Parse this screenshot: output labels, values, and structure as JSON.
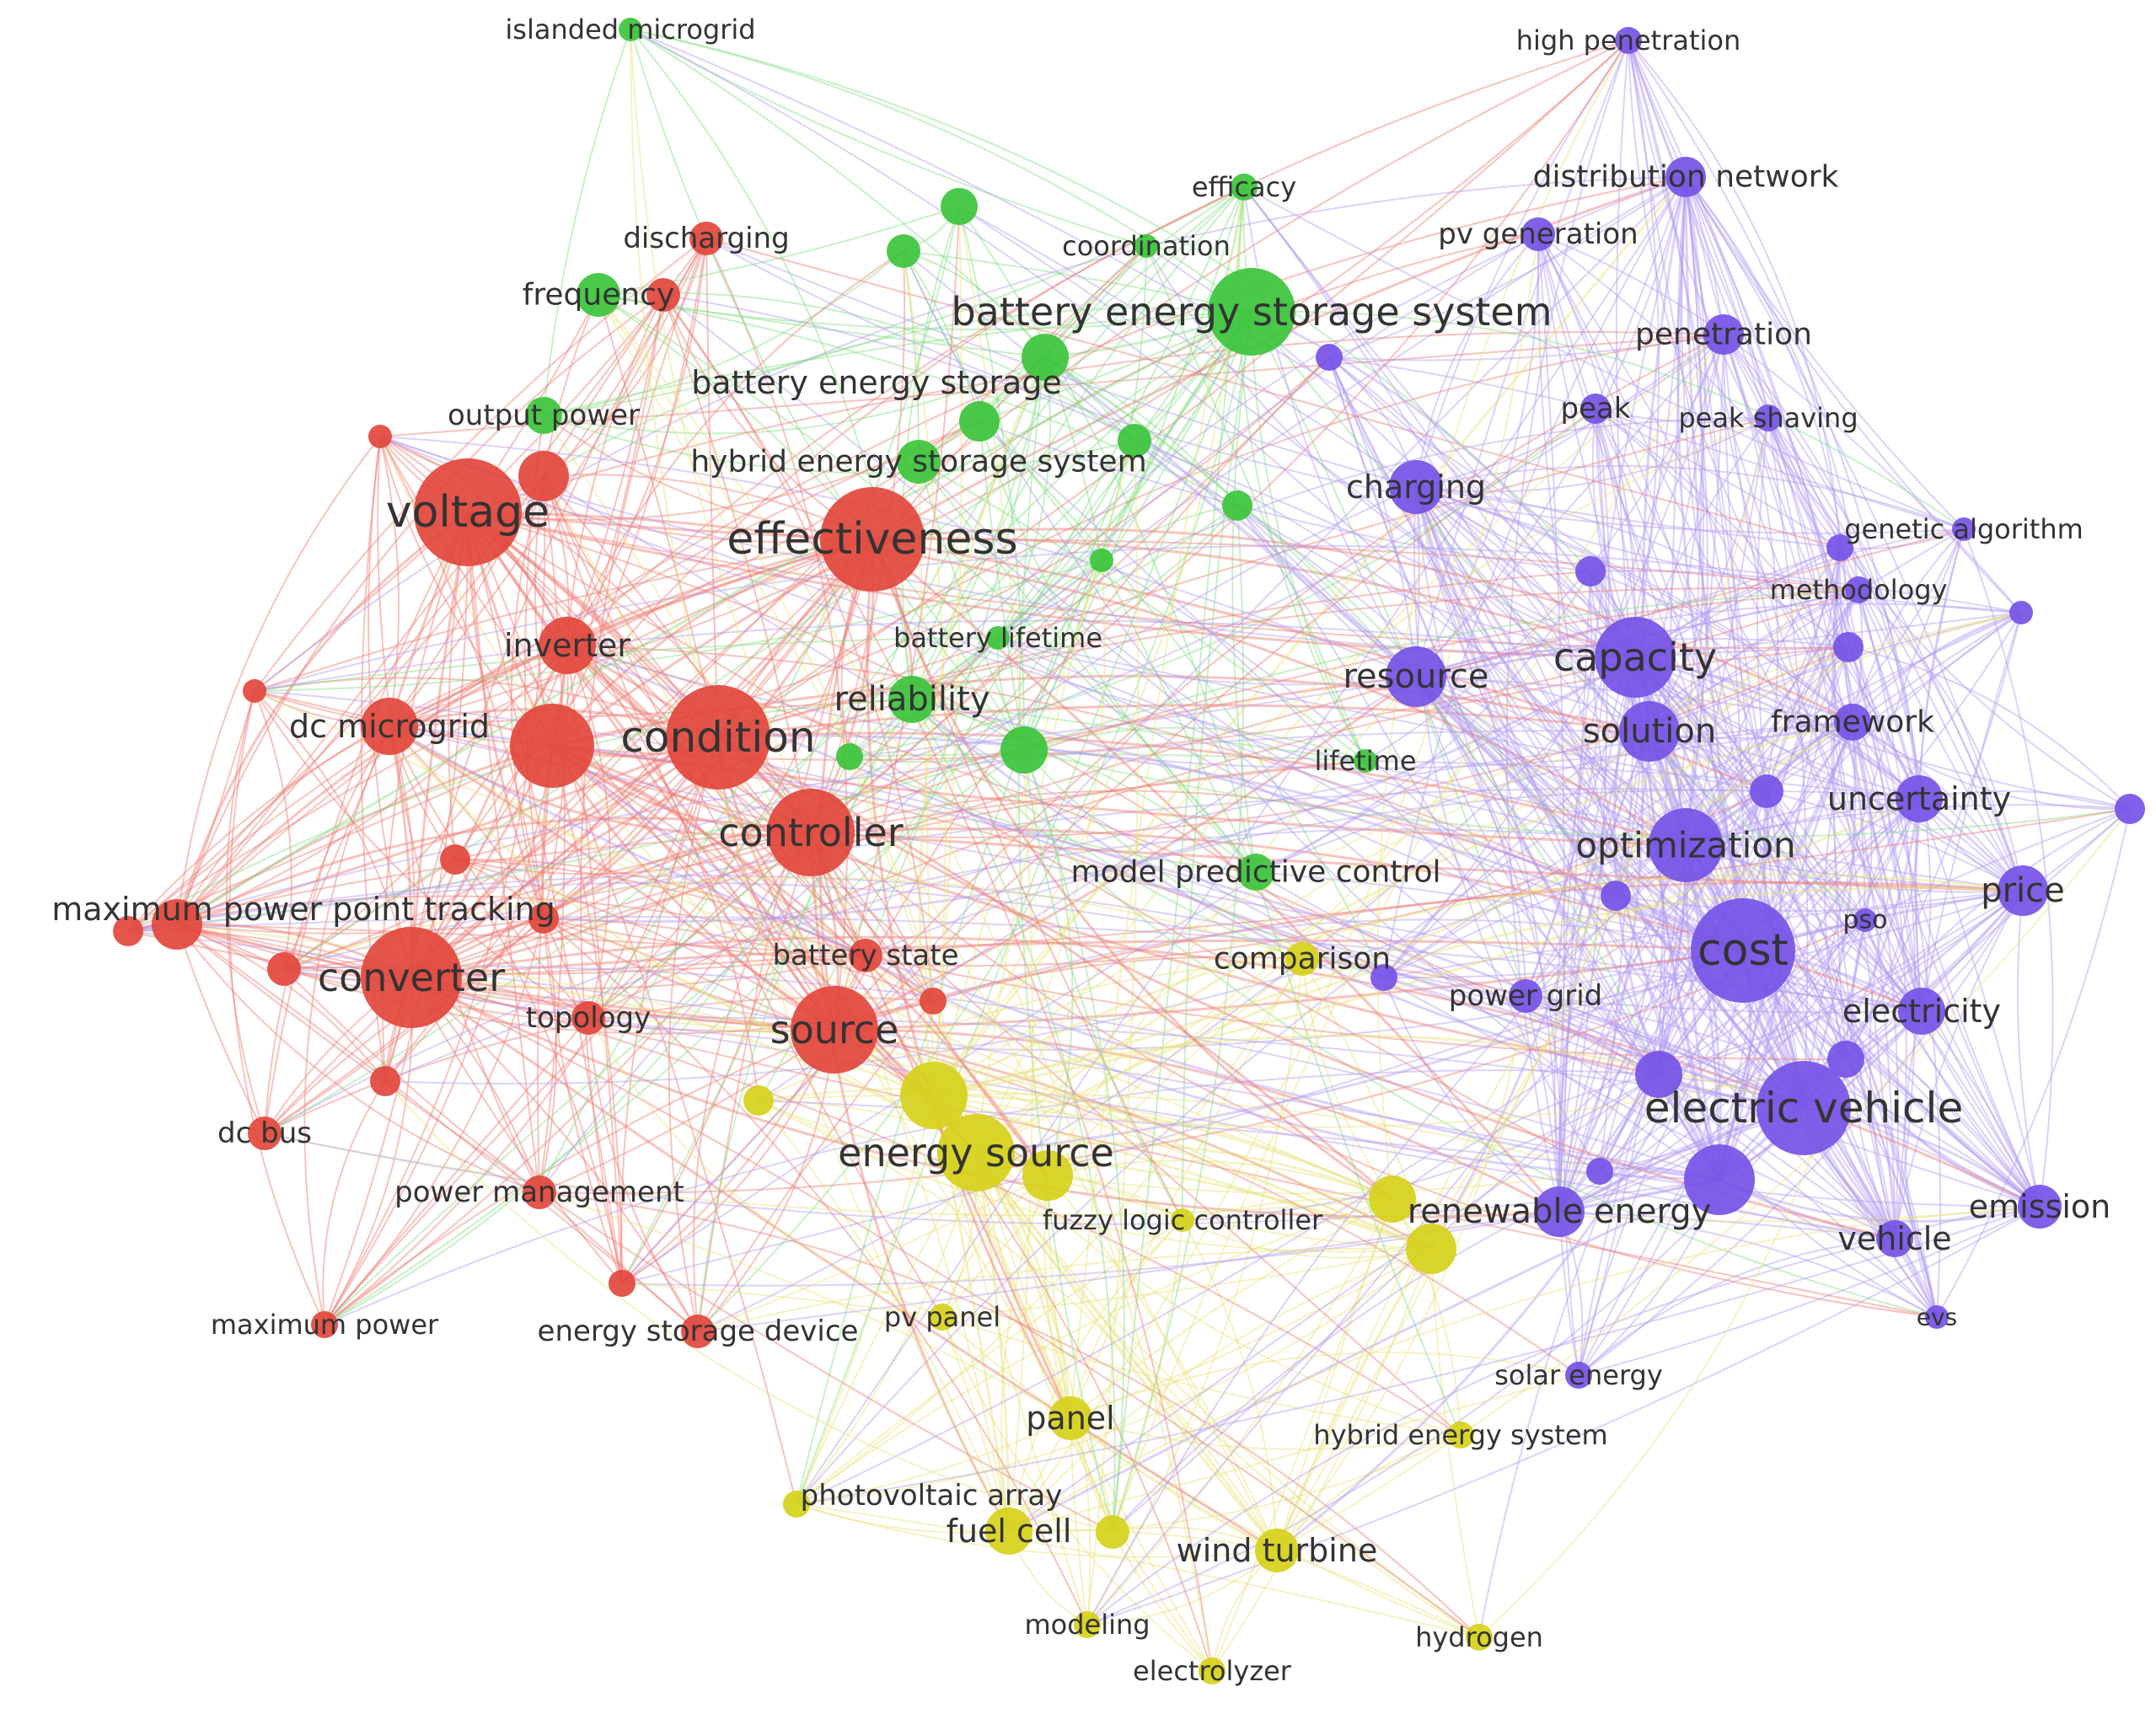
{
  "clusters": [
    {
      "id": "red",
      "color": "#e2463c",
      "edge_color": "#f07a70"
    },
    {
      "id": "green",
      "color": "#3bc43b",
      "edge_color": "#86dd86"
    },
    {
      "id": "purple",
      "color": "#7553e6",
      "edge_color": "#b19cf2"
    },
    {
      "id": "yellow",
      "color": "#d6d11a",
      "edge_color": "#e9e27a"
    }
  ],
  "nodes": [
    {
      "id": "voltage",
      "label": "voltage",
      "cluster": "red",
      "size": 3
    },
    {
      "id": "effectiveness",
      "label": "effectiveness",
      "cluster": "red",
      "size": 3
    },
    {
      "id": "condition",
      "label": "condition",
      "cluster": "red",
      "size": 3
    },
    {
      "id": "controller",
      "label": "controller",
      "cluster": "red",
      "size": 3
    },
    {
      "id": "converter",
      "label": "converter",
      "cluster": "red",
      "size": 3
    },
    {
      "id": "source",
      "label": "source",
      "cluster": "red",
      "size": 3
    },
    {
      "id": "inverter",
      "label": "inverter",
      "cluster": "red",
      "size": 2
    },
    {
      "id": "dc_microgrid",
      "label": "dc microgrid",
      "cluster": "red",
      "size": 2
    },
    {
      "id": "mppt",
      "label": "maximum power point tracking",
      "cluster": "red",
      "size": 2
    },
    {
      "id": "discharging",
      "label": "discharging",
      "cluster": "red",
      "size": 1
    },
    {
      "id": "battery_state",
      "label": "battery state",
      "cluster": "red",
      "size": 1
    },
    {
      "id": "topology",
      "label": "topology",
      "cluster": "red",
      "size": 1
    },
    {
      "id": "dc_bus",
      "label": "dc bus",
      "cluster": "red",
      "size": 1
    },
    {
      "id": "power_management",
      "label": "power management",
      "cluster": "red",
      "size": 1
    },
    {
      "id": "maximum_power",
      "label": "maximum power",
      "cluster": "red",
      "size": 1
    },
    {
      "id": "energy_storage_device",
      "label": "energy storage device",
      "cluster": "red",
      "size": 1
    },
    {
      "id": "r1",
      "label": "",
      "cluster": "red",
      "size": 3
    },
    {
      "id": "r2",
      "label": "",
      "cluster": "red",
      "size": 1
    },
    {
      "id": "r3",
      "label": "",
      "cluster": "red",
      "size": 1
    },
    {
      "id": "r4",
      "label": "",
      "cluster": "red",
      "size": 1
    },
    {
      "id": "r5",
      "label": "",
      "cluster": "red",
      "size": 1
    },
    {
      "id": "r6",
      "label": "",
      "cluster": "red",
      "size": 1
    },
    {
      "id": "r7",
      "label": "",
      "cluster": "red",
      "size": 1
    },
    {
      "id": "r8",
      "label": "",
      "cluster": "red",
      "size": 1
    },
    {
      "id": "r9",
      "label": "",
      "cluster": "red",
      "size": 1
    },
    {
      "id": "r10",
      "label": "",
      "cluster": "red",
      "size": 1
    },
    {
      "id": "r11",
      "label": "",
      "cluster": "red",
      "size": 1
    },
    {
      "id": "r12",
      "label": "",
      "cluster": "red",
      "size": 2
    },
    {
      "id": "battery_energy_storage_system",
      "label": "battery energy storage system",
      "cluster": "green",
      "size": 3
    },
    {
      "id": "islanded_microgrid",
      "label": "islanded microgrid",
      "cluster": "green",
      "size": 1
    },
    {
      "id": "efficacy",
      "label": "efficacy",
      "cluster": "green",
      "size": 1
    },
    {
      "id": "coordination",
      "label": "coordination",
      "cluster": "green",
      "size": 1
    },
    {
      "id": "frequency",
      "label": "frequency",
      "cluster": "green",
      "size": 1
    },
    {
      "id": "battery_energy_storage",
      "label": "battery energy storage",
      "cluster": "green",
      "size": 2
    },
    {
      "id": "output_power",
      "label": "output power",
      "cluster": "green",
      "size": 1
    },
    {
      "id": "hybrid_energy_storage_system",
      "label": "hybrid energy storage system",
      "cluster": "green",
      "size": 1
    },
    {
      "id": "battery_lifetime",
      "label": "battery lifetime",
      "cluster": "green",
      "size": 1
    },
    {
      "id": "reliability",
      "label": "reliability",
      "cluster": "green",
      "size": 2
    },
    {
      "id": "lifetime",
      "label": "lifetime",
      "cluster": "green",
      "size": 1
    },
    {
      "id": "model_predictive_control",
      "label": "model predictive control",
      "cluster": "green",
      "size": 1
    },
    {
      "id": "g1",
      "label": "",
      "cluster": "green",
      "size": 1
    },
    {
      "id": "g2",
      "label": "",
      "cluster": "green",
      "size": 1
    },
    {
      "id": "g3",
      "label": "",
      "cluster": "green",
      "size": 1
    },
    {
      "id": "g4",
      "label": "",
      "cluster": "green",
      "size": 2
    },
    {
      "id": "g5",
      "label": "",
      "cluster": "green",
      "size": 1
    },
    {
      "id": "g6",
      "label": "",
      "cluster": "green",
      "size": 1
    },
    {
      "id": "g7",
      "label": "",
      "cluster": "green",
      "size": 1
    },
    {
      "id": "g8",
      "label": "",
      "cluster": "green",
      "size": 1
    },
    {
      "id": "cost",
      "label": "cost",
      "cluster": "purple",
      "size": 3
    },
    {
      "id": "electric_vehicle",
      "label": "electric vehicle",
      "cluster": "purple",
      "size": 3
    },
    {
      "id": "capacity",
      "label": "capacity",
      "cluster": "purple",
      "size": 3
    },
    {
      "id": "optimization",
      "label": "optimization",
      "cluster": "purple",
      "size": 2
    },
    {
      "id": "solution",
      "label": "solution",
      "cluster": "purple",
      "size": 2
    },
    {
      "id": "resource",
      "label": "resource",
      "cluster": "purple",
      "size": 2
    },
    {
      "id": "charging",
      "label": "charging",
      "cluster": "purple",
      "size": 2
    },
    {
      "id": "renewable_energy",
      "label": "renewable energy",
      "cluster": "purple",
      "size": 2
    },
    {
      "id": "distribution_network",
      "label": "distribution network",
      "cluster": "purple",
      "size": 2
    },
    {
      "id": "price",
      "label": "price",
      "cluster": "purple",
      "size": 2
    },
    {
      "id": "uncertainty",
      "label": "uncertainty",
      "cluster": "purple",
      "size": 2
    },
    {
      "id": "framework",
      "label": "framework",
      "cluster": "purple",
      "size": 2
    },
    {
      "id": "electricity",
      "label": "electricity",
      "cluster": "purple",
      "size": 2
    },
    {
      "id": "emission",
      "label": "emission",
      "cluster": "purple",
      "size": 2
    },
    {
      "id": "vehicle",
      "label": "vehicle",
      "cluster": "purple",
      "size": 2
    },
    {
      "id": "penetration",
      "label": "penetration",
      "cluster": "purple",
      "size": 1
    },
    {
      "id": "pv_generation",
      "label": "pv generation",
      "cluster": "purple",
      "size": 1
    },
    {
      "id": "high_penetration",
      "label": "high penetration",
      "cluster": "purple",
      "size": 1
    },
    {
      "id": "peak",
      "label": "peak",
      "cluster": "purple",
      "size": 1
    },
    {
      "id": "peak_shaving",
      "label": "peak shaving",
      "cluster": "purple",
      "size": 1
    },
    {
      "id": "genetic_algorithm",
      "label": "genetic algorithm",
      "cluster": "purple",
      "size": 1
    },
    {
      "id": "methodology",
      "label": "methodology",
      "cluster": "purple",
      "size": 1
    },
    {
      "id": "pso",
      "label": "pso",
      "cluster": "purple",
      "size": 1
    },
    {
      "id": "power_grid",
      "label": "power grid",
      "cluster": "purple",
      "size": 1
    },
    {
      "id": "solar_energy",
      "label": "solar energy",
      "cluster": "purple",
      "size": 1
    },
    {
      "id": "evs",
      "label": "evs",
      "cluster": "purple",
      "size": 1
    },
    {
      "id": "p1",
      "label": "",
      "cluster": "purple",
      "size": 1
    },
    {
      "id": "p2",
      "label": "",
      "cluster": "purple",
      "size": 1
    },
    {
      "id": "p3",
      "label": "",
      "cluster": "purple",
      "size": 1
    },
    {
      "id": "p4",
      "label": "",
      "cluster": "purple",
      "size": 1
    },
    {
      "id": "p5",
      "label": "",
      "cluster": "purple",
      "size": 2
    },
    {
      "id": "p6",
      "label": "",
      "cluster": "purple",
      "size": 1
    },
    {
      "id": "p7",
      "label": "",
      "cluster": "purple",
      "size": 2
    },
    {
      "id": "p8",
      "label": "",
      "cluster": "purple",
      "size": 1
    },
    {
      "id": "p9",
      "label": "",
      "cluster": "purple",
      "size": 1
    },
    {
      "id": "p10",
      "label": "",
      "cluster": "purple",
      "size": 1
    },
    {
      "id": "p11",
      "label": "",
      "cluster": "purple",
      "size": 1
    },
    {
      "id": "p12",
      "label": "",
      "cluster": "purple",
      "size": 3
    },
    {
      "id": "p13",
      "label": "",
      "cluster": "purple",
      "size": 1
    },
    {
      "id": "energy_source",
      "label": "energy source",
      "cluster": "yellow",
      "size": 3
    },
    {
      "id": "comparison",
      "label": "comparison",
      "cluster": "yellow",
      "size": 1
    },
    {
      "id": "fuzzy_logic_controller",
      "label": "fuzzy logic controller",
      "cluster": "yellow",
      "size": 1
    },
    {
      "id": "pv_panel",
      "label": "pv panel",
      "cluster": "yellow",
      "size": 1
    },
    {
      "id": "panel",
      "label": "panel",
      "cluster": "yellow",
      "size": 2
    },
    {
      "id": "hybrid_energy_system",
      "label": "hybrid energy system",
      "cluster": "yellow",
      "size": 1
    },
    {
      "id": "photovoltaic_array",
      "label": "photovoltaic array",
      "cluster": "yellow",
      "size": 1
    },
    {
      "id": "fuel_cell",
      "label": "fuel cell",
      "cluster": "yellow",
      "size": 2
    },
    {
      "id": "wind_turbine",
      "label": "wind turbine",
      "cluster": "yellow",
      "size": 2
    },
    {
      "id": "modeling",
      "label": "modeling",
      "cluster": "yellow",
      "size": 1
    },
    {
      "id": "hydrogen",
      "label": "hydrogen",
      "cluster": "yellow",
      "size": 1
    },
    {
      "id": "electrolyzer",
      "label": "electrolyzer",
      "cluster": "yellow",
      "size": 1
    },
    {
      "id": "y1",
      "label": "",
      "cluster": "yellow",
      "size": 3
    },
    {
      "id": "y2",
      "label": "",
      "cluster": "yellow",
      "size": 1
    },
    {
      "id": "y3",
      "label": "",
      "cluster": "yellow",
      "size": 2
    },
    {
      "id": "y4",
      "label": "",
      "cluster": "yellow",
      "size": 2
    },
    {
      "id": "y5",
      "label": "",
      "cluster": "yellow",
      "size": 2
    },
    {
      "id": "y6",
      "label": "",
      "cluster": "yellow",
      "size": 1
    }
  ]
}
